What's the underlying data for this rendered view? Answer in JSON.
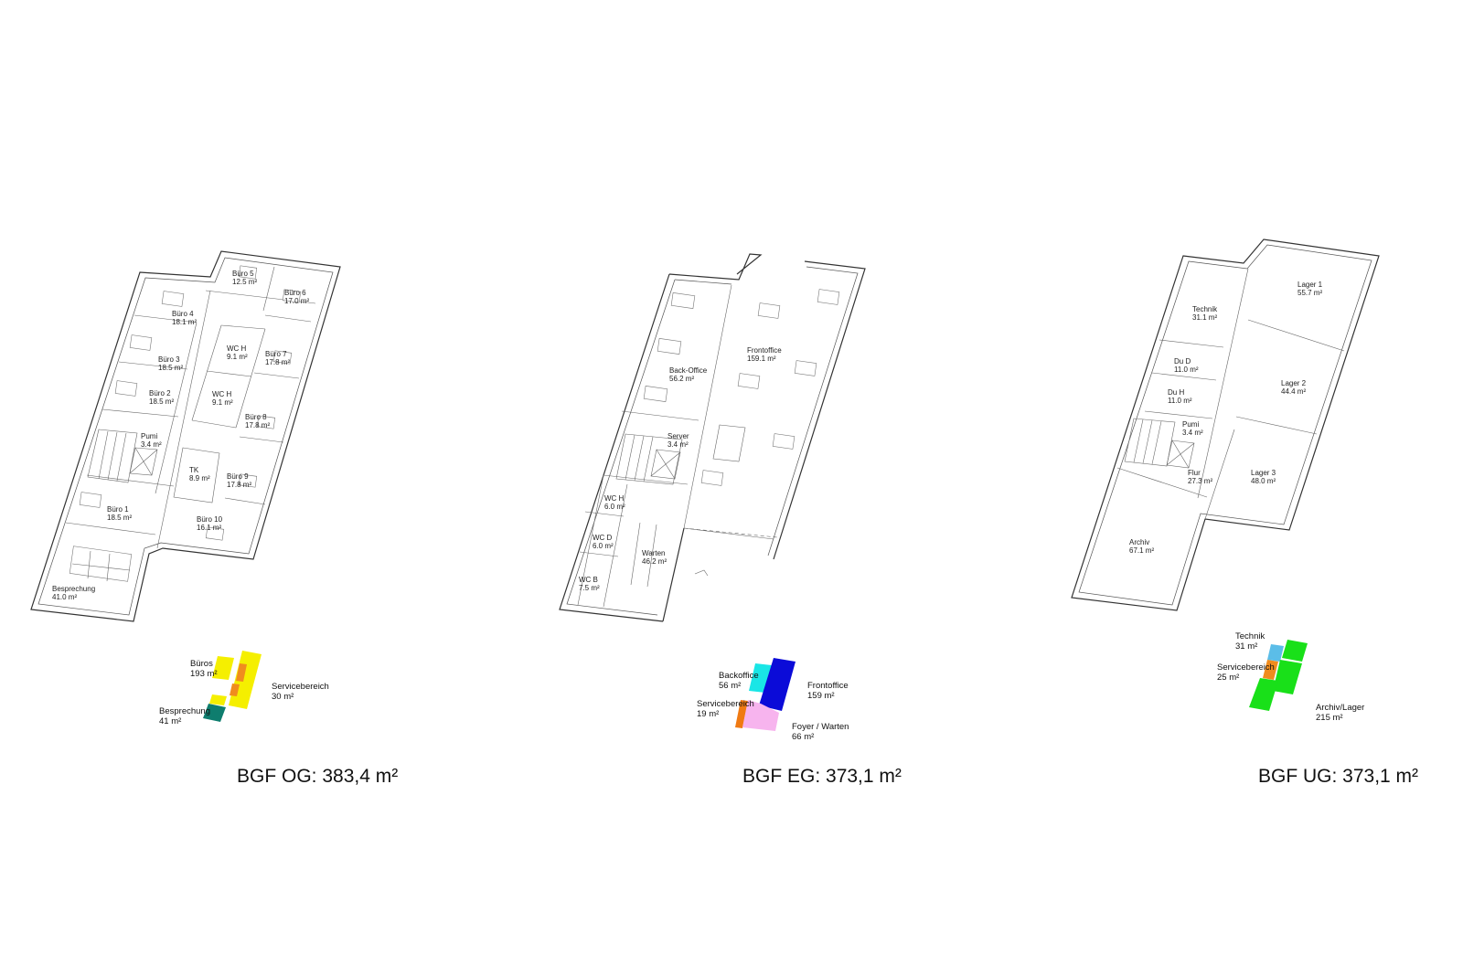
{
  "floors": {
    "og": {
      "rooms": [
        {
          "name": "Büro 5",
          "area": "12.5 m²"
        },
        {
          "name": "Büro 6",
          "area": "17.0 m²"
        },
        {
          "name": "Büro 4",
          "area": "18.1 m²"
        },
        {
          "name": "WC H",
          "area": "9.1 m²"
        },
        {
          "name": "Büro 7",
          "area": "17.8 m²"
        },
        {
          "name": "Büro 3",
          "area": "18.5 m²"
        },
        {
          "name": "Büro 2",
          "area": "18.5 m²"
        },
        {
          "name": "WC H",
          "area": "9.1 m²"
        },
        {
          "name": "Büro 8",
          "area": "17.8 m²"
        },
        {
          "name": "Pumi",
          "area": "3.4 m²"
        },
        {
          "name": "TK",
          "area": "8.9 m²"
        },
        {
          "name": "Büro 9",
          "area": "17.8 m²"
        },
        {
          "name": "Büro 1",
          "area": "18.5 m²"
        },
        {
          "name": "Büro 10",
          "area": "16.1 m²"
        },
        {
          "name": "Besprechung",
          "area": "41.0 m²"
        }
      ],
      "legend": [
        {
          "name": "Büros",
          "area": "193 m²",
          "color": "#f5ef00"
        },
        {
          "name": "Servicebereich",
          "area": "30 m²",
          "color": "#f08c1e"
        },
        {
          "name": "Besprechung",
          "area": "41 m²",
          "color": "#0e7d6e"
        }
      ],
      "bgf": "BGF OG: 383,4 m²"
    },
    "eg": {
      "rooms": [
        {
          "name": "Frontoffice",
          "area": "159.1 m²"
        },
        {
          "name": "Back-Office",
          "area": "56.2 m²"
        },
        {
          "name": "Server",
          "area": "3.4 m²"
        },
        {
          "name": "WC H",
          "area": "6.0 m²"
        },
        {
          "name": "WC D",
          "area": "6.0 m²"
        },
        {
          "name": "Warten",
          "area": "46.2 m²"
        },
        {
          "name": "WC B",
          "area": "7.5 m²"
        }
      ],
      "legend": [
        {
          "name": "Backoffice",
          "area": "56 m²",
          "color": "#19e6e6"
        },
        {
          "name": "Frontoffice",
          "area": "159 m²",
          "color": "#0b0bd8"
        },
        {
          "name": "Servicebereich",
          "area": "19 m²",
          "color": "#f07a12"
        },
        {
          "name": "Foyer / Warten",
          "area": "66 m²",
          "color": "#f7b4ee"
        }
      ],
      "bgf": "BGF EG: 373,1 m²"
    },
    "ug": {
      "rooms": [
        {
          "name": "Lager 1",
          "area": "55.7 m²"
        },
        {
          "name": "Technik",
          "area": "31.1 m²"
        },
        {
          "name": "Du D",
          "area": "11.0 m²"
        },
        {
          "name": "Lager 2",
          "area": "44.4 m²"
        },
        {
          "name": "Du H",
          "area": "11.0 m²"
        },
        {
          "name": "Pumi",
          "area": "3.4 m²"
        },
        {
          "name": "Lager 3",
          "area": "48.0 m²"
        },
        {
          "name": "Flur",
          "area": "27.3 m²"
        },
        {
          "name": "Archiv",
          "area": "67.1 m²"
        }
      ],
      "legend": [
        {
          "name": "Technik",
          "area": "31 m²",
          "color": "#5bbde8"
        },
        {
          "name": "Servicebereich",
          "area": "25 m²",
          "color": "#f08c1e"
        },
        {
          "name": "Archiv/Lager",
          "area": "215 m²",
          "color": "#19e019"
        }
      ],
      "bgf": "BGF UG: 373,1 m²"
    }
  }
}
